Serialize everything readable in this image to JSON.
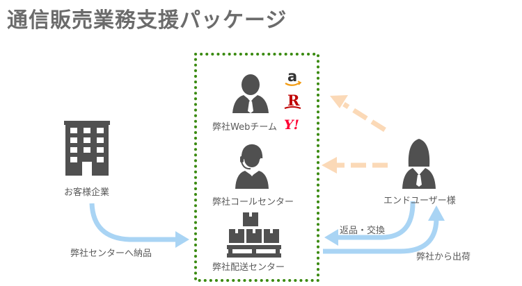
{
  "title": "通信販売業務支援パッケージ",
  "client": {
    "label": "お客様企業"
  },
  "web_team": {
    "label": "弊社Webチーム"
  },
  "call_center": {
    "label": "弊社コールセンター"
  },
  "delivery_center": {
    "label": "弊社配送センター"
  },
  "end_user": {
    "label": "エンドユーザー様"
  },
  "flows": {
    "delivery_to_center": "弊社センターへ納品",
    "return_exchange": "返品・交換",
    "shipping_from": "弊社から出荷"
  },
  "marketplaces": [
    {
      "icon": "amazon-logo-icon",
      "text": "a"
    },
    {
      "icon": "rakuten-logo-icon",
      "text": "R"
    },
    {
      "icon": "yahoo-logo-icon",
      "text": "Y!"
    }
  ],
  "colors": {
    "icon_gray": "#505050",
    "dotted_border": "#3a8a10",
    "blue_arrow": "#a9d4f4",
    "peach_arrow": "#fbd9b7"
  }
}
